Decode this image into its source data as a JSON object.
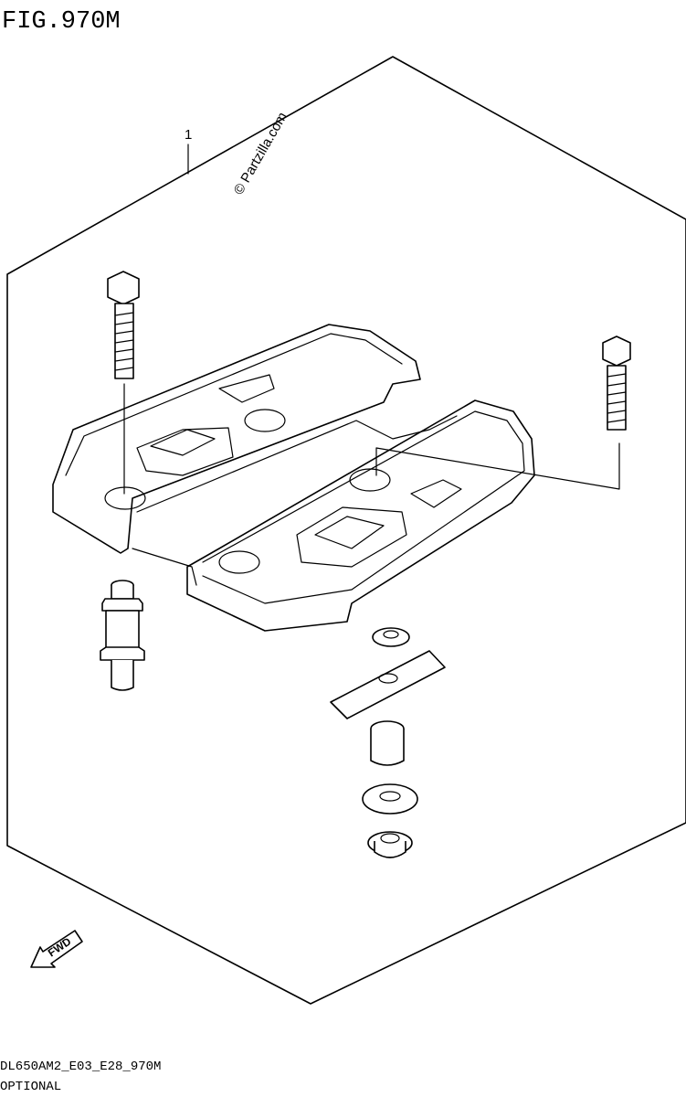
{
  "figure": {
    "title": "FIG.970M",
    "watermark": "© Partzilla.com",
    "callout_number": "1",
    "fwd_label": "FWD",
    "footer_code": "DL650AM2_E03_E28_970M",
    "footer_caption": "OPTIONAL"
  }
}
